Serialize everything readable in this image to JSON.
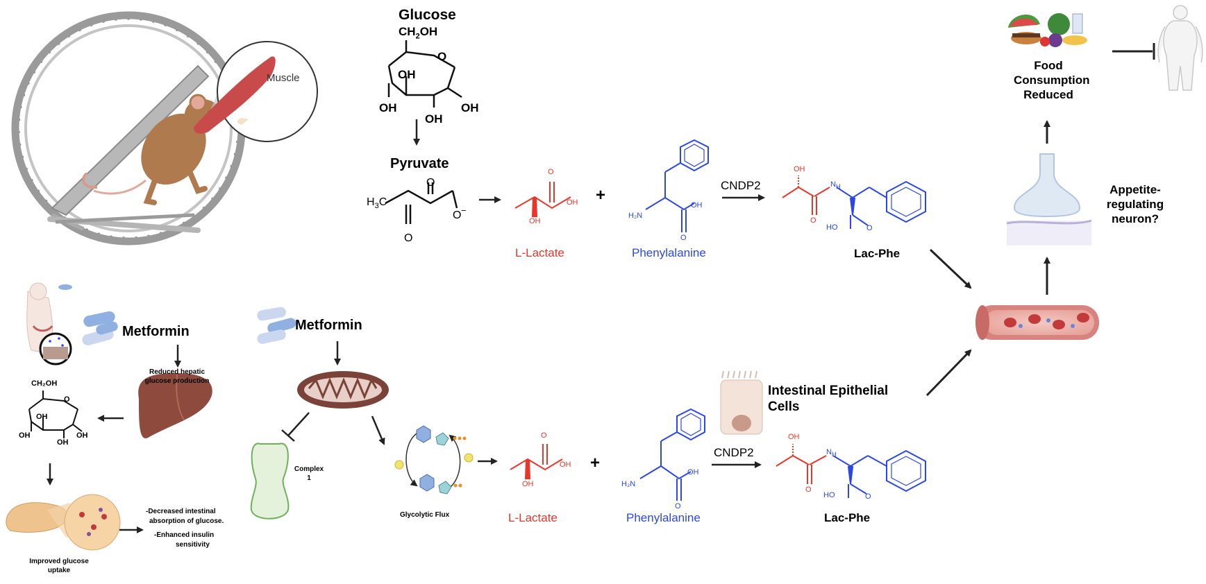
{
  "top": {
    "muscle_label": "Muscle",
    "glucose_title": "Glucose",
    "glucose_ch2oh_main": "CH",
    "glucose_ch2oh_sub": "2",
    "glucose_ch2oh_tail": "OH",
    "glucose_oh": "OH",
    "glucose_ring_o": "O",
    "pyruvate_title": "Pyruvate",
    "pyruvate_h3c_main": "H",
    "pyruvate_h3c_sub": "3",
    "pyruvate_h3c_tail": "C",
    "pyruvate_o": "O",
    "pyruvate_charge": "−",
    "lactate_oh": "OH",
    "lactate_o": "O",
    "lactate_label": "L-Lactate",
    "plus": "+",
    "phe_nh2": "H₂N",
    "phe_oh": "OH",
    "phe_o": "O",
    "phe_label": "Phenylalanine",
    "enzyme": "CNDP2",
    "lacphe_oh": "OH",
    "lacphe_nh": "H",
    "lacphe_n": "N",
    "lacphe_o": "O",
    "lacphe_ho": "HO",
    "lacphe_label": "Lac-Phe"
  },
  "right": {
    "food_label_1": "Food",
    "food_label_2": "Consumption",
    "food_label_3": "Reduced",
    "neuron_label_1": "Appetite-",
    "neuron_label_2": "regulating",
    "neuron_label_3": "neuron?"
  },
  "left": {
    "metformin": "Metformin",
    "hepatic_1": "Reduced hepatic",
    "hepatic_2": "glucose production",
    "ch2oh": "CH₂OH",
    "oh": "OH",
    "ring_o": "O",
    "uptake_1": "Improved glucose",
    "uptake_2": "uptake",
    "effect_1": "-Decreased intestinal",
    "effect_2": "absorption of glucose.",
    "effect_3": "-Enhanced insulin",
    "effect_4": "sensitivity"
  },
  "bottom": {
    "metformin": "Metformin",
    "complex_1": "Complex",
    "complex_2": "1",
    "glyco_label": "Glycolytic Flux",
    "lactate_oh": "OH",
    "lactate_o": "O",
    "lactate_label": "L-Lactate",
    "plus": "+",
    "phe_nh2": "H₂N",
    "phe_oh": "OH",
    "phe_o": "O",
    "phe_label": "Phenylalanine",
    "enzyme": "CNDP2",
    "iec_1": "Intestinal Epithelial",
    "iec_2": "Cells",
    "lacphe_oh": "OH",
    "lacphe_nh": "H",
    "lacphe_n": "N",
    "lacphe_o": "O",
    "lacphe_ho": "HO",
    "lacphe_label": "Lac-Phe"
  },
  "colors": {
    "lactate": "#e8362a",
    "phenylalanine": "#2b47e8",
    "mouse": "#b07a4f",
    "muscle": "#c94a4a",
    "liver": "#8e4a3d",
    "mito": "#7a4238",
    "vessel": "#d7837f",
    "complex": "#e4f2dc",
    "pill": "#8fb0e0"
  }
}
